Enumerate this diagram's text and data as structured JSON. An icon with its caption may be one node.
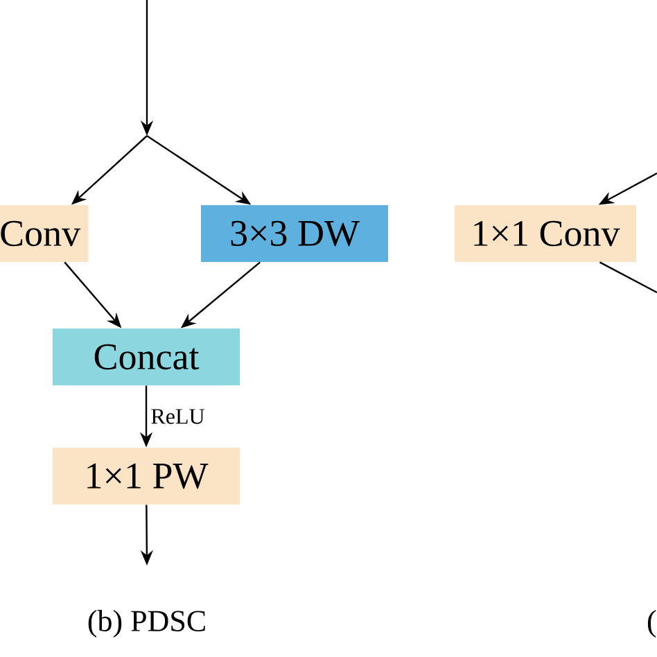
{
  "diagram": {
    "nodes": [
      {
        "text": [
          "Conv"
        ]
      },
      {
        "text": [
          "3×3 DW"
        ]
      },
      {
        "text": [
          "Concat"
        ]
      },
      {
        "text": [
          "1×1 PW"
        ]
      },
      {
        "text": [
          "1×1 Conv"
        ]
      }
    ],
    "edges": [
      {
        "from": null,
        "to": 0,
        "arrow": "to"
      },
      {
        "from": null,
        "to": 1,
        "arrow": "to"
      },
      {
        "from": 0,
        "to": 2,
        "arrow": "to"
      },
      {
        "from": 1,
        "to": 2,
        "arrow": "to"
      },
      {
        "from": 2,
        "to": 3,
        "arrow": "to",
        "label": "ReLU"
      },
      {
        "from": 3,
        "to": null,
        "arrow": "to"
      },
      {
        "from": null,
        "to": 4,
        "arrow": "to"
      },
      {
        "from": 4,
        "to": null,
        "arrow": "none"
      }
    ],
    "labels": [
      "(b) PDSC",
      "("
    ]
  }
}
